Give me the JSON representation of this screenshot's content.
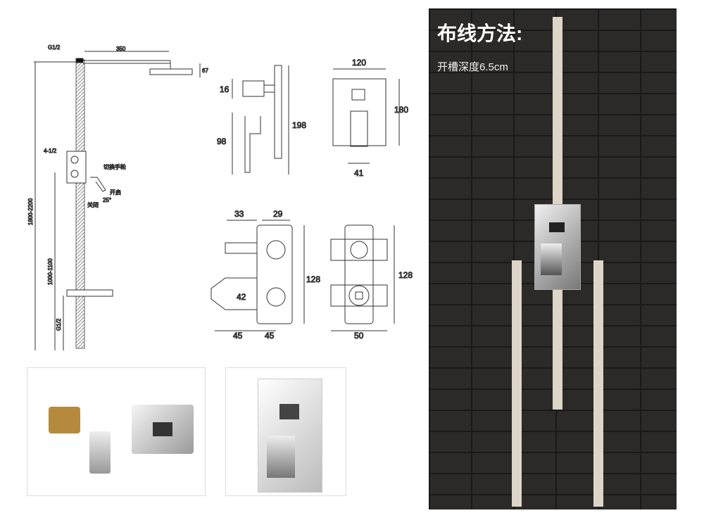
{
  "drawing": {
    "thread_top": "G1/2",
    "arm_length": "350",
    "head_height": "67",
    "inlet_label": "4-1/2",
    "diverter_label": "切换手轮",
    "open_label": "开启",
    "close_label": "关闭",
    "angle_label": "25°",
    "height_total": "1800-2200",
    "height_valve": "1000-1100",
    "thread_bottom": "G1/2",
    "side_view": {
      "d1": "16",
      "d2": "98",
      "d3": "198"
    },
    "front_view": {
      "width": "120",
      "height": "180",
      "handle": "41"
    },
    "body_side": {
      "d1": "33",
      "d2": "29",
      "d3": "42",
      "d4": "128",
      "d5": "45",
      "d6": "45"
    },
    "body_front": {
      "height": "128",
      "width": "50"
    }
  },
  "install_photo": {
    "title": "布线方法:",
    "subtitle": "开槽深度6.5cm"
  }
}
